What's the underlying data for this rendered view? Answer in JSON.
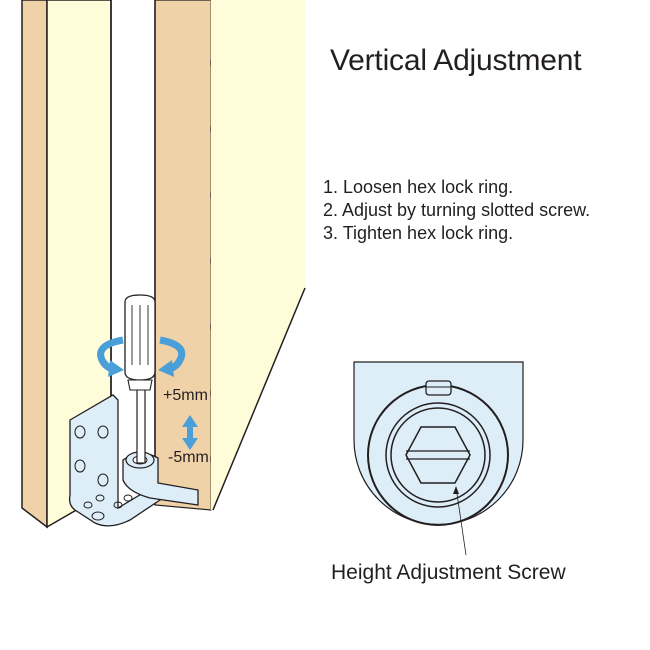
{
  "diagram": {
    "title": "Vertical Adjustment",
    "steps": [
      "1. Loosen hex lock ring.",
      "2. Adjust by turning slotted screw.",
      "3. Tighten hex lock ring."
    ],
    "adjustment_range": {
      "up_label": "+5mm",
      "down_label": "-5mm"
    },
    "detail_caption": "Height Adjustment Screw",
    "icons": {
      "rotation_arrows": "rotate-arrows-icon",
      "vertical_arrow": "double-arrow-vertical-icon",
      "screwdriver": "screwdriver-icon",
      "hex_screw": "hex-slotted-screw-icon"
    },
    "colors": {
      "door_face": "#fefcd9",
      "door_edge": "#f0d2a8",
      "bracket_fill": "#ddeef8",
      "arrow_blue": "#4a9fd8",
      "outline": "#231f20",
      "text": "#231f20"
    }
  }
}
